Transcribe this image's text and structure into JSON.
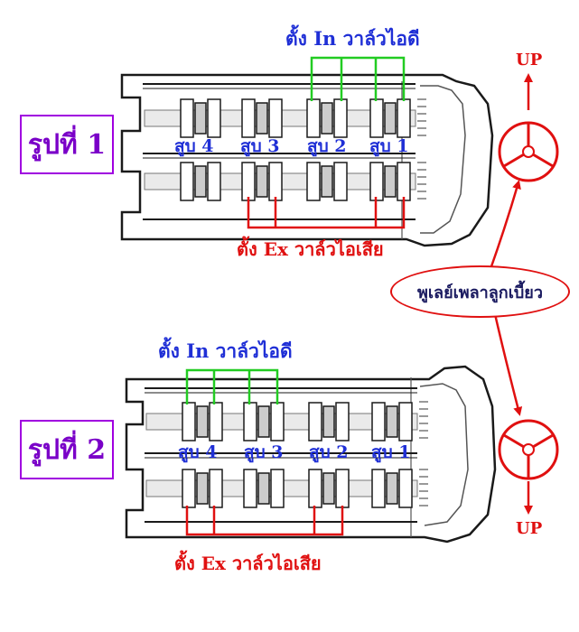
{
  "figures": [
    {
      "label": "รูปที่ 1",
      "in_label": "ตั้ง In วาล์วไอดี",
      "ex_label": "ตั้ง Ex วาล์วไอเสีย",
      "cylinders": [
        "สูบ 4",
        "สูบ 3",
        "สูบ 2",
        "สูบ 1"
      ],
      "direction": "UP"
    },
    {
      "label": "รูปที่ 2",
      "in_label": "ตั้ง In วาล์วไอดี",
      "ex_label": "ตั้ง Ex วาล์วไอเสีย",
      "cylinders": [
        "สูบ 4",
        "สูบ 3",
        "สูบ 2",
        "สูบ 1"
      ],
      "direction": "UP"
    }
  ],
  "pulley_label": "พูเลย์เพลาลูกเบี้ยว",
  "colors": {
    "intake": "#22cc22",
    "exhaust": "#e01010",
    "cylinder_text": "#1f2fd6",
    "figure_box": "#a000e0",
    "engine_line": "#1a1a1a"
  }
}
